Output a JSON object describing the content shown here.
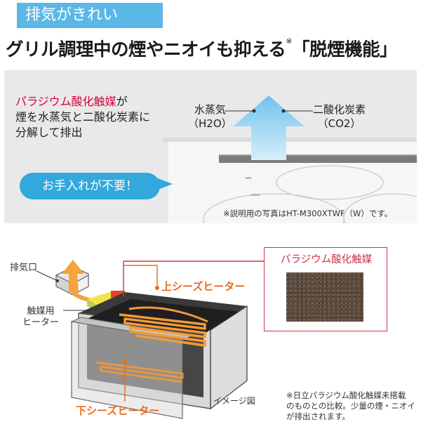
{
  "header": {
    "badge": "排気がきれい",
    "headline": "グリル調理中の煙やニオイも抑える",
    "headline_mark": "※",
    "headline_tail": "「脱煙機能」"
  },
  "top_panel": {
    "desc_red": "パラジウム酸化触媒",
    "desc_line1_tail": "が",
    "desc_line2": "煙を水蒸気と二酸化炭素に",
    "desc_line3": "分解して排出",
    "bubble": "お手入れが不要！",
    "vapor_label": "水蒸気",
    "vapor_formula": "（H2O）",
    "co2_label": "二酸化炭素",
    "co2_formula": "（CO2）",
    "photo_note": "※説明用の写真はHT-M300XTWF（W）です。"
  },
  "diagram": {
    "exhaust_label": "排気口",
    "catalyst_heater_line1": "触媒用",
    "catalyst_heater_line2": "ヒーター",
    "upper_heater": "上シーズヒーター",
    "lower_heater": "下シーズヒーター",
    "catalyst_title": "パラジウム酸化触媒",
    "image_label": "イメージ図",
    "footnote_line1": "※日立パラジウム酸化触媒未搭載",
    "footnote_line2": "のものとの比較。少量の煙・ニオイ",
    "footnote_line3": "が排出されます。"
  },
  "colors": {
    "badge": "#5bb8e6",
    "accent_red": "#d6003a",
    "bubble": "#32a8dc",
    "heater_orange": "#ee6a1a",
    "catalyst_border": "#c93349"
  }
}
